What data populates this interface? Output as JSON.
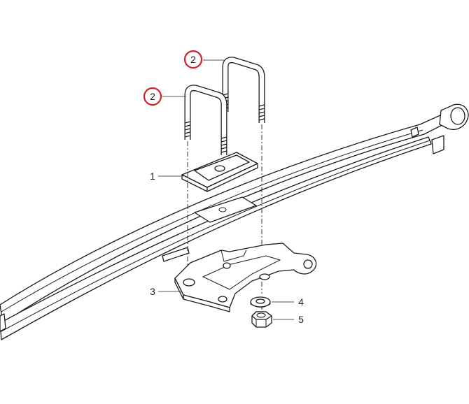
{
  "callouts": [
    {
      "id": "c2a",
      "label": "2",
      "highlighted": true
    },
    {
      "id": "c2b",
      "label": "2",
      "highlighted": true
    },
    {
      "id": "c1",
      "label": "1",
      "highlighted": false
    },
    {
      "id": "c3",
      "label": "3",
      "highlighted": false
    },
    {
      "id": "c4",
      "label": "4",
      "highlighted": false
    },
    {
      "id": "c5",
      "label": "5",
      "highlighted": false
    }
  ],
  "colors": {
    "highlight_ring": "#d0202a",
    "line": "#1a1a1a"
  }
}
